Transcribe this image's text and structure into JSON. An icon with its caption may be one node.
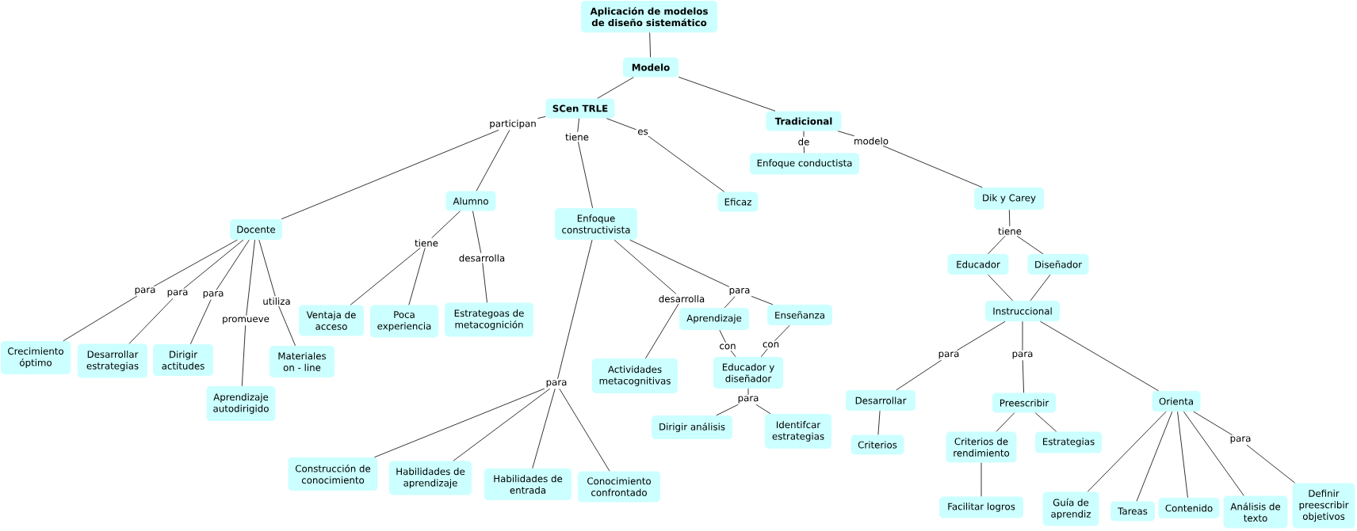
{
  "diagram": {
    "nodes": [
      {
        "text": [
          "Aplicación de modelos de diseño sistemático"
        ]
      },
      {
        "text": [
          "Modelo"
        ]
      },
      {
        "text": [
          "SCen TRLE"
        ]
      },
      {
        "text": [
          "Tradicional"
        ]
      },
      {
        "text": [
          "participan"
        ]
      },
      {
        "text": [
          "es"
        ]
      },
      {
        "text": [
          "tiene"
        ]
      },
      {
        "text": [
          "modelo"
        ]
      },
      {
        "text": [
          "de"
        ]
      },
      {
        "text": [
          "Enfoque conductista"
        ]
      },
      {
        "text": [
          "Eficaz"
        ]
      },
      {
        "text": [
          "Dik y Carey"
        ]
      },
      {
        "text": [
          "Alumno"
        ]
      },
      {
        "text": [
          "Enfoque constructivista"
        ]
      },
      {
        "text": [
          "Docente"
        ]
      },
      {
        "text": [
          "tiene"
        ]
      },
      {
        "text": [
          "tiene"
        ]
      },
      {
        "text": [
          "desarrolla"
        ]
      },
      {
        "text": [
          "Educador"
        ]
      },
      {
        "text": [
          "Diseñador"
        ]
      },
      {
        "text": [
          "para"
        ]
      },
      {
        "text": [
          "para"
        ]
      },
      {
        "text": [
          "para"
        ]
      },
      {
        "text": [
          "utiliza"
        ]
      },
      {
        "text": [
          "para"
        ]
      },
      {
        "text": [
          "desarrolla"
        ]
      },
      {
        "text": [
          "Instruccional"
        ]
      },
      {
        "text": [
          "Enseñanza"
        ]
      },
      {
        "text": [
          "Aprendizaje"
        ]
      },
      {
        "text": [
          "Estrategoas de metacognición"
        ]
      },
      {
        "text": [
          "Ventaja de acceso"
        ]
      },
      {
        "text": [
          "Poca experiencia"
        ]
      },
      {
        "text": [
          "promueve"
        ]
      },
      {
        "text": [
          "con"
        ]
      },
      {
        "text": [
          "con"
        ]
      },
      {
        "text": [
          "para"
        ]
      },
      {
        "text": [
          "para"
        ]
      },
      {
        "text": [
          "Crecimiento óptimo"
        ]
      },
      {
        "text": [
          "Desarrollar estrategias"
        ]
      },
      {
        "text": [
          "Dirigir actitudes"
        ]
      },
      {
        "text": [
          "Materiales on - line"
        ]
      },
      {
        "text": [
          "Educador y diseñador"
        ]
      },
      {
        "text": [
          "Actividades metacognitivas"
        ]
      },
      {
        "text": [
          "para"
        ]
      },
      {
        "text": [
          "para"
        ]
      },
      {
        "text": [
          "Desarrollar"
        ]
      },
      {
        "text": [
          "Orienta"
        ]
      },
      {
        "text": [
          "Preescribir"
        ]
      },
      {
        "text": [
          "Aprendizaje autodirigido"
        ]
      },
      {
        "text": [
          "Dirigir análisis"
        ]
      },
      {
        "text": [
          "Identifcar estrategias"
        ]
      },
      {
        "text": [
          "para"
        ]
      },
      {
        "text": [
          "Criterios"
        ]
      },
      {
        "text": [
          "Estrategias"
        ]
      },
      {
        "text": [
          "Criterios de rendimiento"
        ]
      },
      {
        "text": [
          "Construcción de conocimiento"
        ]
      },
      {
        "text": [
          "Habilidades de aprendizaje"
        ]
      },
      {
        "text": [
          "Habilidades de entrada"
        ]
      },
      {
        "text": [
          "Conocimiento confrontado"
        ]
      },
      {
        "text": [
          "Definir preescribir objetivos"
        ]
      },
      {
        "text": [
          "Facilitar logros"
        ]
      },
      {
        "text": [
          "Guía de aprendiz"
        ]
      },
      {
        "text": [
          "Contenido"
        ]
      },
      {
        "text": [
          "Tareas"
        ]
      },
      {
        "text": [
          "Análisis de texto"
        ]
      }
    ],
    "edges": [
      {
        "from": 0,
        "to": 1,
        "arrow": "none"
      },
      {
        "from": 1,
        "to": 2,
        "arrow": "none"
      },
      {
        "from": 1,
        "to": 3,
        "arrow": "none"
      },
      {
        "from": 2,
        "to": 4,
        "arrow": "none"
      },
      {
        "from": 4,
        "to": 14,
        "arrow": "none"
      },
      {
        "from": 4,
        "to": 12,
        "arrow": "none"
      },
      {
        "from": 2,
        "to": 6,
        "arrow": "none"
      },
      {
        "from": 6,
        "to": 13,
        "arrow": "none"
      },
      {
        "from": 2,
        "to": 5,
        "arrow": "none"
      },
      {
        "from": 5,
        "to": 10,
        "arrow": "none"
      },
      {
        "from": 3,
        "to": 8,
        "arrow": "none"
      },
      {
        "from": 8,
        "to": 9,
        "arrow": "none"
      },
      {
        "from": 3,
        "to": 7,
        "arrow": "none"
      },
      {
        "from": 7,
        "to": 11,
        "arrow": "none"
      },
      {
        "from": 14,
        "to": 20,
        "arrow": "none"
      },
      {
        "from": 20,
        "to": 37,
        "arrow": "none"
      },
      {
        "from": 14,
        "to": 21,
        "arrow": "none"
      },
      {
        "from": 21,
        "to": 38,
        "arrow": "none"
      },
      {
        "from": 14,
        "to": 22,
        "arrow": "none"
      },
      {
        "from": 22,
        "to": 39,
        "arrow": "none"
      },
      {
        "from": 14,
        "to": 32,
        "arrow": "none"
      },
      {
        "from": 32,
        "to": 48,
        "arrow": "none"
      },
      {
        "from": 14,
        "to": 23,
        "arrow": "none"
      },
      {
        "from": 23,
        "to": 40,
        "arrow": "none"
      },
      {
        "from": 12,
        "to": 16,
        "arrow": "none"
      },
      {
        "from": 16,
        "to": 30,
        "arrow": "none"
      },
      {
        "from": 16,
        "to": 31,
        "arrow": "none"
      },
      {
        "from": 12,
        "to": 17,
        "arrow": "none"
      },
      {
        "from": 17,
        "to": 29,
        "arrow": "none"
      },
      {
        "from": 13,
        "to": 43,
        "arrow": "none"
      },
      {
        "from": 43,
        "to": 55,
        "arrow": "none"
      },
      {
        "from": 43,
        "to": 56,
        "arrow": "none"
      },
      {
        "from": 43,
        "to": 57,
        "arrow": "none"
      },
      {
        "from": 43,
        "to": 58,
        "arrow": "none"
      },
      {
        "from": 13,
        "to": 25,
        "arrow": "none"
      },
      {
        "from": 25,
        "to": 42,
        "arrow": "none"
      },
      {
        "from": 13,
        "to": 24,
        "arrow": "none"
      },
      {
        "from": 24,
        "to": 28,
        "arrow": "none"
      },
      {
        "from": 24,
        "to": 27,
        "arrow": "none"
      },
      {
        "from": 28,
        "to": 34,
        "arrow": "none"
      },
      {
        "from": 34,
        "to": 41,
        "arrow": "none"
      },
      {
        "from": 27,
        "to": 33,
        "arrow": "none"
      },
      {
        "from": 33,
        "to": 41,
        "arrow": "none"
      },
      {
        "from": 41,
        "to": 44,
        "arrow": "none"
      },
      {
        "from": 44,
        "to": 49,
        "arrow": "none"
      },
      {
        "from": 44,
        "to": 50,
        "arrow": "none"
      },
      {
        "from": 11,
        "to": 15,
        "arrow": "none"
      },
      {
        "from": 15,
        "to": 18,
        "arrow": "none"
      },
      {
        "from": 15,
        "to": 19,
        "arrow": "none"
      },
      {
        "from": 18,
        "to": 26,
        "arrow": "none"
      },
      {
        "from": 19,
        "to": 26,
        "arrow": "none"
      },
      {
        "from": 26,
        "to": 35,
        "arrow": "none"
      },
      {
        "from": 35,
        "to": 45,
        "arrow": "none"
      },
      {
        "from": 26,
        "to": 36,
        "arrow": "none"
      },
      {
        "from": 36,
        "to": 47,
        "arrow": "none"
      },
      {
        "from": 26,
        "to": 46,
        "arrow": "none"
      },
      {
        "from": 45,
        "to": 52,
        "arrow": "none"
      },
      {
        "from": 47,
        "to": 54,
        "arrow": "none"
      },
      {
        "from": 47,
        "to": 53,
        "arrow": "none"
      },
      {
        "from": 54,
        "to": 60,
        "arrow": "none"
      },
      {
        "from": 46,
        "to": 61,
        "arrow": "none"
      },
      {
        "from": 46,
        "to": 63,
        "arrow": "none"
      },
      {
        "from": 46,
        "to": 62,
        "arrow": "none"
      },
      {
        "from": 46,
        "to": 64,
        "arrow": "none"
      },
      {
        "from": 46,
        "to": 51,
        "arrow": "none"
      },
      {
        "from": 51,
        "to": 59,
        "arrow": "none"
      }
    ]
  }
}
